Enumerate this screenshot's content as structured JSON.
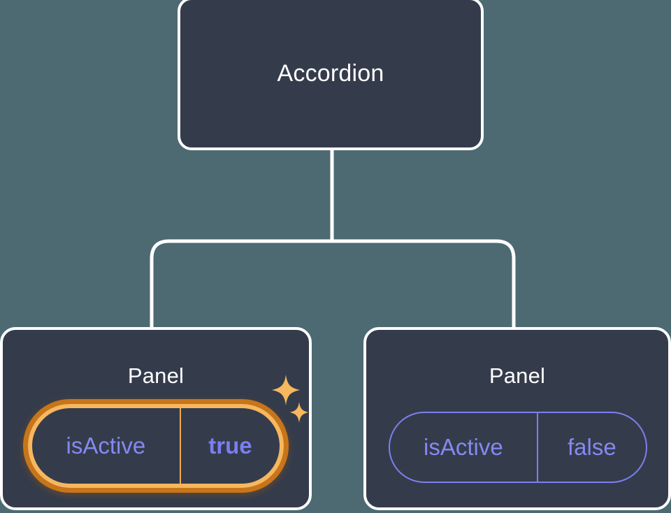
{
  "diagram": {
    "type": "component-tree",
    "background_color": "#4d6a73",
    "node_fill_color": "#343c4c",
    "node_border_color": "#ffffff",
    "connector_color": "#ffffff",
    "highlight_color": "#f7b75f",
    "highlight_glow_color": "#c8751a",
    "prop_text_color": "#8589f0",
    "root": {
      "label": "Accordion"
    },
    "children": [
      {
        "label": "Panel",
        "highlighted": true,
        "prop": {
          "key": "isActive",
          "value": "true"
        },
        "sparkles": [
          "sparkle-large",
          "sparkle-small"
        ]
      },
      {
        "label": "Panel",
        "highlighted": false,
        "prop": {
          "key": "isActive",
          "value": "false"
        }
      }
    ]
  }
}
